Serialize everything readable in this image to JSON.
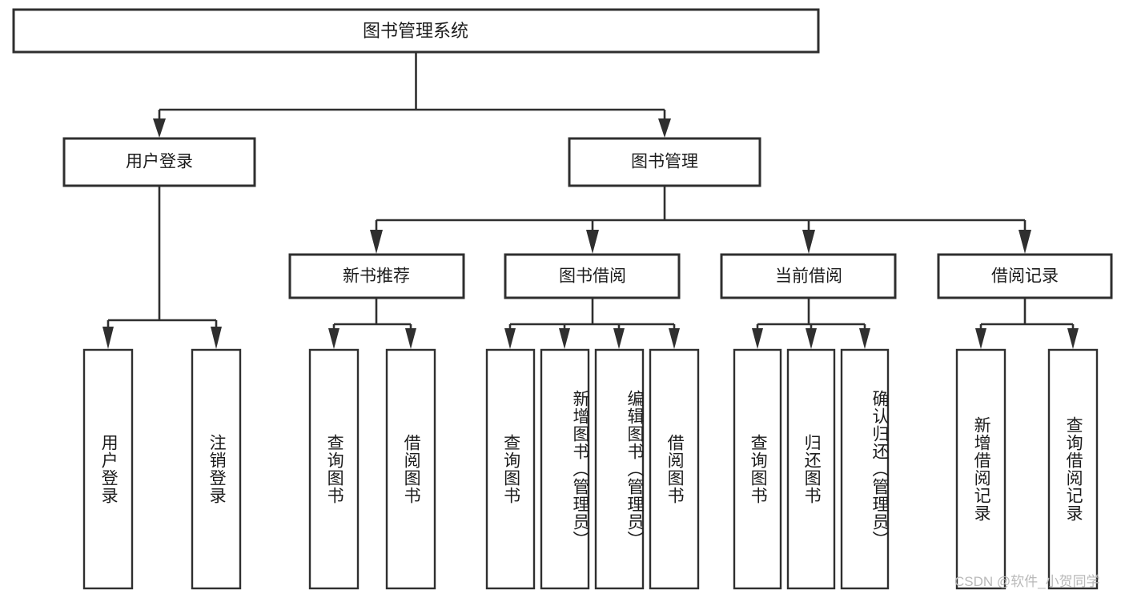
{
  "diagram": {
    "title": "图书管理系统",
    "watermark": "CSDN @软件_小贺同学",
    "root": {
      "id": "root",
      "label": "图书管理系统"
    },
    "level2": [
      {
        "id": "user-login",
        "label": "用户登录"
      },
      {
        "id": "book-management",
        "label": "图书管理"
      }
    ],
    "level3": [
      {
        "id": "new-book-recommend",
        "label": "新书推荐"
      },
      {
        "id": "book-borrow",
        "label": "图书借阅"
      },
      {
        "id": "current-borrow",
        "label": "当前借阅"
      },
      {
        "id": "borrow-record",
        "label": "借阅记录"
      }
    ],
    "leaves": {
      "user_login": [
        {
          "id": "leaf-user-login",
          "label": "用户登录"
        },
        {
          "id": "leaf-logout",
          "label": "注销登录"
        }
      ],
      "new_book_recommend": [
        {
          "id": "leaf-query-book-1",
          "label": "查询图书"
        },
        {
          "id": "leaf-borrow-book-1",
          "label": "借阅图书"
        }
      ],
      "book_borrow": [
        {
          "id": "leaf-query-book-2",
          "label": "查询图书"
        },
        {
          "id": "leaf-add-book",
          "label": "新增图书（管理员）"
        },
        {
          "id": "leaf-edit-book",
          "label": "编辑图书（管理员）"
        },
        {
          "id": "leaf-borrow-book-2",
          "label": "借阅图书"
        }
      ],
      "current_borrow": [
        {
          "id": "leaf-query-book-3",
          "label": "查询图书"
        },
        {
          "id": "leaf-return-book",
          "label": "归还图书"
        },
        {
          "id": "leaf-confirm-return",
          "label": "确认归还（管理员）"
        }
      ],
      "borrow_record": [
        {
          "id": "leaf-add-record",
          "label": "新增借阅记录"
        },
        {
          "id": "leaf-query-record",
          "label": "查询借阅记录"
        }
      ]
    },
    "colors": {
      "background": "#ffffff",
      "box_fill": "#ffffff",
      "box_stroke": "#2f2f2f",
      "text": "#1c1c1c",
      "watermark": "#b9b9b9"
    }
  }
}
